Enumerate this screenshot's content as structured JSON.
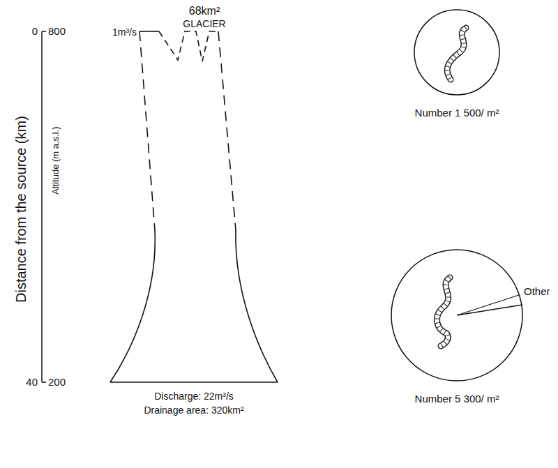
{
  "diagram": {
    "nodes": [
      {
        "text": [
          "Number 1 500/ m²"
        ]
      },
      {
        "text": [
          "Number 5 300/ m²"
        ]
      }
    ],
    "labels": [
      "0",
      "800",
      "40",
      "200",
      "Distance from the source (km)",
      "Altitude (m a.s.l.)",
      "68km²",
      "GLACIER",
      "1m³/s",
      "Discharge: 22m³/s",
      "Drainage area: 320km²",
      "Other"
    ]
  }
}
